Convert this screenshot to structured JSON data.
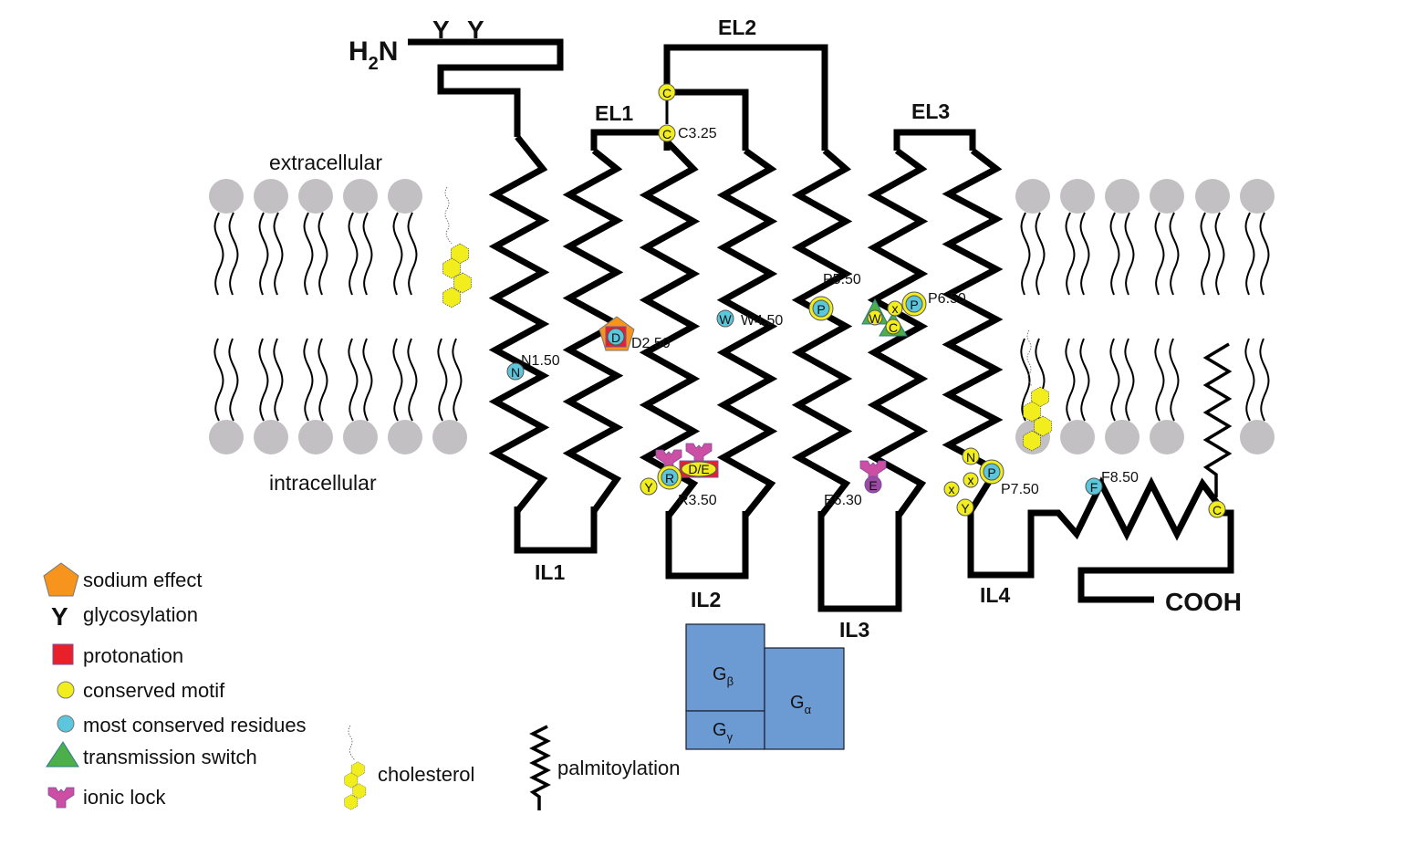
{
  "termini": {
    "n_terminus": "H2N",
    "n_main": "H",
    "n_sub": "2",
    "n_tail": "N",
    "c_terminus": "COOH"
  },
  "glycosylation_marks": [
    "Y",
    "Y"
  ],
  "regions": {
    "extracellular": "extracellular",
    "intracellular": "intracellular"
  },
  "loops": {
    "EL1": "EL1",
    "EL2": "EL2",
    "EL3": "EL3",
    "IL1": "IL1",
    "IL2": "IL2",
    "IL3": "IL3",
    "IL4": "IL4"
  },
  "residues": {
    "disulfide_top": {
      "letter": "C",
      "type": "conserved-motif"
    },
    "C3.25": {
      "letter": "C",
      "label": "C3.25",
      "type": "conserved-motif"
    },
    "N1.50": {
      "letter": "N",
      "label": "N1.50",
      "type": "most-conserved"
    },
    "D2.50": {
      "letter": "D",
      "label": "D2.50",
      "type": "most-conserved",
      "markers": [
        "sodium-effect",
        "protonation"
      ]
    },
    "W4.50": {
      "letter": "W",
      "label": "W4.50",
      "type": "most-conserved"
    },
    "P5.50": {
      "letter": "P",
      "label": "P5.50",
      "type": "most-conserved"
    },
    "P6.50": {
      "letter": "P",
      "label": "P6.50",
      "type": "most-conserved"
    },
    "CWxP": {
      "letters": [
        "W",
        "x",
        "C"
      ],
      "type": "transmission-switch"
    },
    "DRY": {
      "letters": [
        "Y",
        "R",
        "D/E"
      ],
      "label": "R3.50",
      "type": "conserved-motif",
      "markers": [
        "ionic-lock",
        "protonation"
      ]
    },
    "E6.30": {
      "letter": "E",
      "label": "E6.30",
      "type": "ionic-lock"
    },
    "NPxxY": {
      "letters": [
        "N",
        "P",
        "x",
        "x",
        "Y"
      ],
      "label": "P7.50",
      "type": "conserved-motif"
    },
    "F8.50": {
      "letter": "F",
      "label": "F8.50",
      "type": "most-conserved"
    },
    "palmitoyl_C": {
      "letter": "C",
      "type": "conserved-motif"
    }
  },
  "g_protein": {
    "beta": {
      "main": "G",
      "sub": "β"
    },
    "gamma": {
      "main": "G",
      "sub": "γ"
    },
    "alpha": {
      "main": "G",
      "sub": "α"
    },
    "color": "#6b9bd2"
  },
  "legend": {
    "items": [
      {
        "icon": "pentagon-icon",
        "label": "sodium effect",
        "color": "#f7941d"
      },
      {
        "icon": "y-glyph-icon",
        "label": "glycosylation",
        "color": "#000000"
      },
      {
        "icon": "square-icon",
        "label": "protonation",
        "color": "#e8202a"
      },
      {
        "icon": "circle-icon",
        "label": "conserved motif",
        "color": "#f2ee1e"
      },
      {
        "icon": "circle-icon",
        "label": "most conserved residues",
        "color": "#5bc6dc"
      },
      {
        "icon": "triangle-icon",
        "label": "transmission switch",
        "color": "#4daf4a"
      },
      {
        "icon": "ionic-lock-icon",
        "label": "ionic lock",
        "color": "#cc4fa3"
      }
    ],
    "cholesterol": "cholesterol",
    "palmitoylation": "palmitoylation"
  },
  "colors": {
    "yellow": "#f2ee1e",
    "cyan": "#5bc6dc",
    "orange": "#f7941d",
    "red": "#e8202a",
    "green": "#4daf4a",
    "magenta": "#cc4fa3",
    "membrane_head": "#c2c0c2"
  }
}
